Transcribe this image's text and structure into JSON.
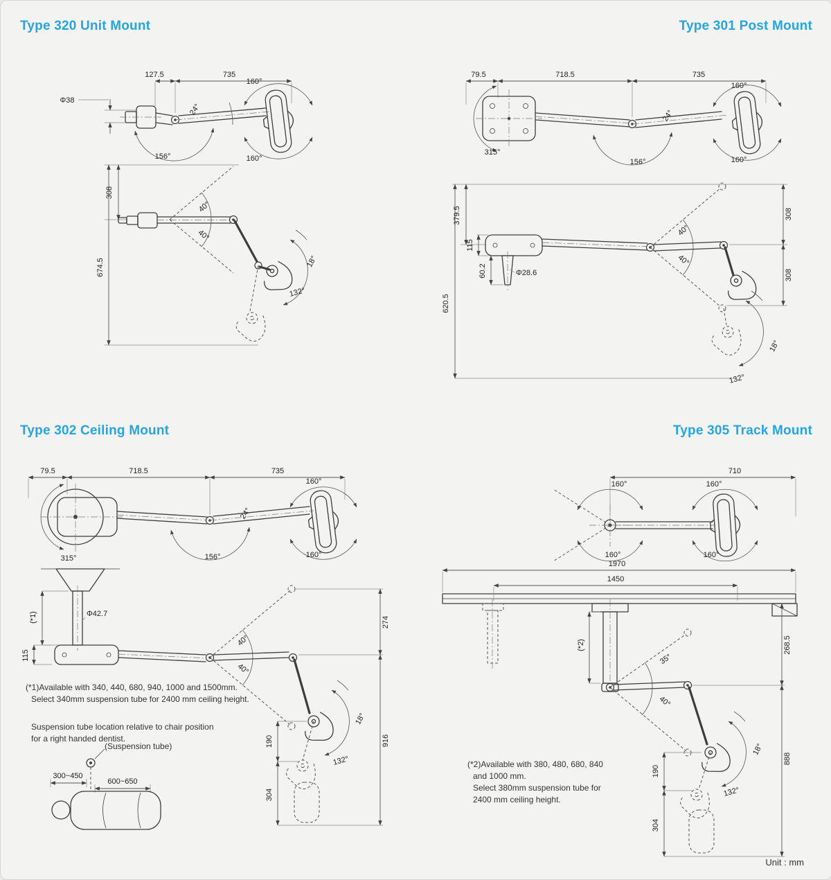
{
  "page": {
    "unit_note": "Unit : mm"
  },
  "type320": {
    "title": "Type 320 Unit Mount",
    "plan": {
      "dim_offset": "127.5",
      "dim_arm": "735",
      "angle_head_top": "160°",
      "dia_pole": "Φ38",
      "angle_arm": "24°",
      "angle_shoulder": "156°",
      "angle_head_bottom": "160°"
    },
    "side": {
      "dim_rise": "308",
      "dim_total": "674.5",
      "angle_up": "40°",
      "angle_down": "40°",
      "angle_head_tilt": "18°",
      "angle_head_swing": "132°"
    }
  },
  "type301": {
    "title": "Type 301 Post Mount",
    "plan": {
      "dim_offset": "79.5",
      "dim_arm1": "718.5",
      "dim_arm2": "735",
      "angle_head_top": "160°",
      "angle_base": "315°",
      "angle_arm": "24°",
      "angle_shoulder": "156°",
      "angle_head_bottom": "160°"
    },
    "side": {
      "dim_total_top": "379.5",
      "dim_post_head": "115",
      "dim_post_pin": "60.2",
      "dia_post": "Φ28.6",
      "dim_total_bottom": "620.5",
      "angle_up": "40°",
      "angle_down": "40°",
      "dim_rise": "308",
      "dim_fall": "308",
      "angle_head_tilt": "18°",
      "angle_head_swing": "132°"
    }
  },
  "type302": {
    "title": "Type 302 Ceiling Mount",
    "plan": {
      "dim_offset": "79.5",
      "dim_arm1": "718.5",
      "dim_arm2": "735",
      "angle_head_top": "160°",
      "angle_base": "315°",
      "angle_arm": "24°",
      "angle_shoulder": "156°",
      "angle_head_bottom": "160°"
    },
    "side": {
      "susp_ref": "(*1)",
      "dia_tube": "Φ42.7",
      "dim_head_unit": "115",
      "angle_up": "40°",
      "angle_down": "40°",
      "dim_rise": "274",
      "angle_head_tilt": "18°",
      "angle_head_swing": "132°",
      "dim_head_upper": "190",
      "dim_reach": "916",
      "dim_head_lower": "304"
    },
    "notes": {
      "tube_note_1": "(*1)Available with 340, 440, 680, 940, 1000 and 1500mm.",
      "tube_note_2": "Select 340mm suspension tube for 2400 mm ceiling height.",
      "chair_note_1": "Suspension tube location relative to chair position",
      "chair_note_2": "for a right handed dentist.",
      "susp_label": "(Suspension tube)",
      "dim_side": "300~450",
      "dim_long": "600~650"
    }
  },
  "type305": {
    "title": "Type 305 Track Mount",
    "plan": {
      "dim_arm": "710",
      "angle_pivot_top": "160°",
      "angle_head_top": "160°",
      "angle_pivot_bottom": "160°",
      "angle_head_bottom": "160°"
    },
    "side": {
      "dim_track": "1970",
      "dim_travel": "1450",
      "susp_ref": "(*2)",
      "angle_up": "35°",
      "angle_down": "40°",
      "dim_drop": "268.5",
      "angle_head_tilt": "18°",
      "angle_head_swing": "132°",
      "dim_head_upper": "190",
      "dim_reach": "888",
      "dim_head_lower": "304"
    },
    "notes": {
      "tube_note_1": "(*2)Available with 380, 480, 680, 840",
      "tube_note_2": "and 1000 mm.",
      "tube_note_3": "Select 380mm suspension tube for",
      "tube_note_4": "2400 mm ceiling height."
    }
  }
}
